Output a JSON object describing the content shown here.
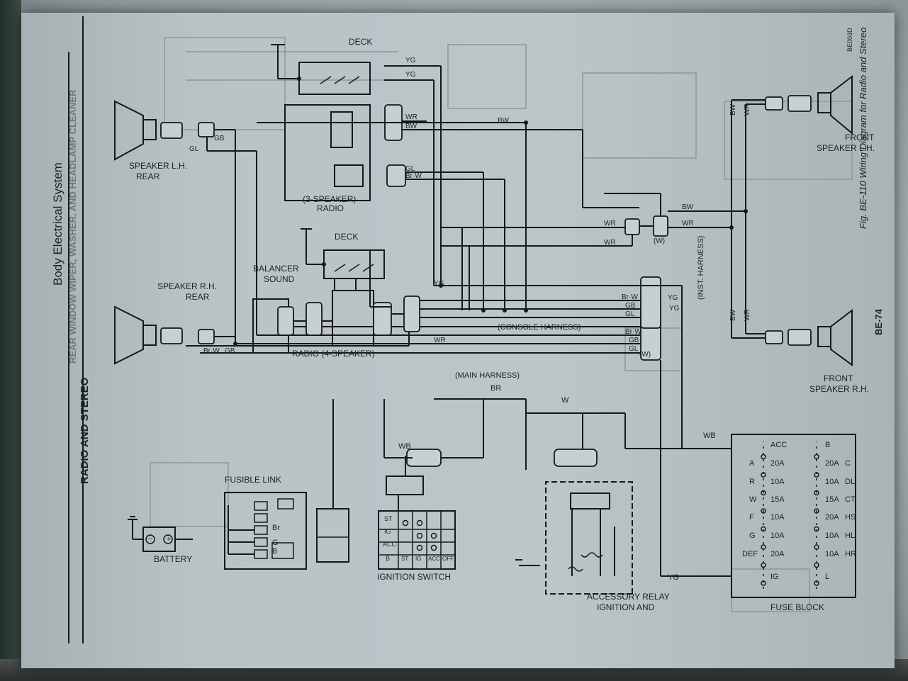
{
  "header": {
    "section_title": "Body Electrical System",
    "page_heading": "RADIO AND STEREO",
    "running_title": "REAR WINDOW WIPER, WASHER, AND HEADLAMP CLEANER",
    "page_number": "BE-74",
    "figure_caption": "Fig. BE-110 Wiring Diagram for Radio and Stereo",
    "figure_code": "BE003D"
  },
  "components": {
    "battery": "BATTERY",
    "fusible_link": "FUSIBLE LINK",
    "ignition_switch": "IGNITION SWITCH",
    "ignition_relay_line1": "IGNITION AND",
    "ignition_relay_line2": "ACCESSORY RELAY",
    "fuse_block": "FUSE BLOCK",
    "rear_speaker_lh_line1": "REAR",
    "rear_speaker_lh_line2": "SPEAKER L.H.",
    "rear_speaker_rh_line1": "REAR",
    "rear_speaker_rh_line2": "SPEAKER R.H.",
    "front_speaker_lh_line1": "FRONT",
    "front_speaker_lh_line2": "SPEAKER L.H.",
    "front_speaker_rh_line1": "FRONT",
    "front_speaker_rh_line2": "SPEAKER R.H.",
    "deck_top": "DECK",
    "deck_mid": "DECK",
    "radio_3sp_line1": "RADIO",
    "radio_3sp_line2": "(3-SPEAKER)",
    "radio_4sp": "RADIO (4-SPEAKER)",
    "sound_balancer_line1": "SOUND",
    "sound_balancer_line2": "BALANCER"
  },
  "harnesses": {
    "main": "(MAIN HARNESS)",
    "console": "(CONSOLE HARNESS)",
    "inst": "(INST. HARNESS)",
    "w_main": "(W)",
    "w_inst": "(W)"
  },
  "ignition_switch_table": {
    "header": [
      "ST",
      "IG",
      "ACC",
      "OFF"
    ],
    "rows": [
      "ST",
      "IG",
      "ACC",
      "B"
    ]
  },
  "fuse_block": {
    "left": [
      "ACC",
      "20A",
      "10A",
      "15A",
      "10A",
      "10A",
      "20A",
      "IG"
    ],
    "left_tags": [
      "",
      "A",
      "R",
      "W",
      "F",
      "G",
      "DEF",
      ""
    ],
    "right": [
      "B",
      "20A",
      "10A",
      "15A",
      "20A",
      "10A",
      "10A",
      "L"
    ],
    "right_tags": [
      "",
      "C",
      "DL",
      "CT",
      "HS",
      "HL",
      "HR",
      ""
    ]
  },
  "fusible_link_codes": [
    "Br",
    "G",
    "B"
  ],
  "wire_codes": {
    "gb": "GB",
    "gl": "GL",
    "brw": "Br·W",
    "bw": "BW",
    "wr": "WR",
    "yg": "YG",
    "br": "BR",
    "w": "W",
    "wb": "WB"
  },
  "colors": {
    "paper": "#b9c3c6",
    "ink": "#15181c"
  }
}
